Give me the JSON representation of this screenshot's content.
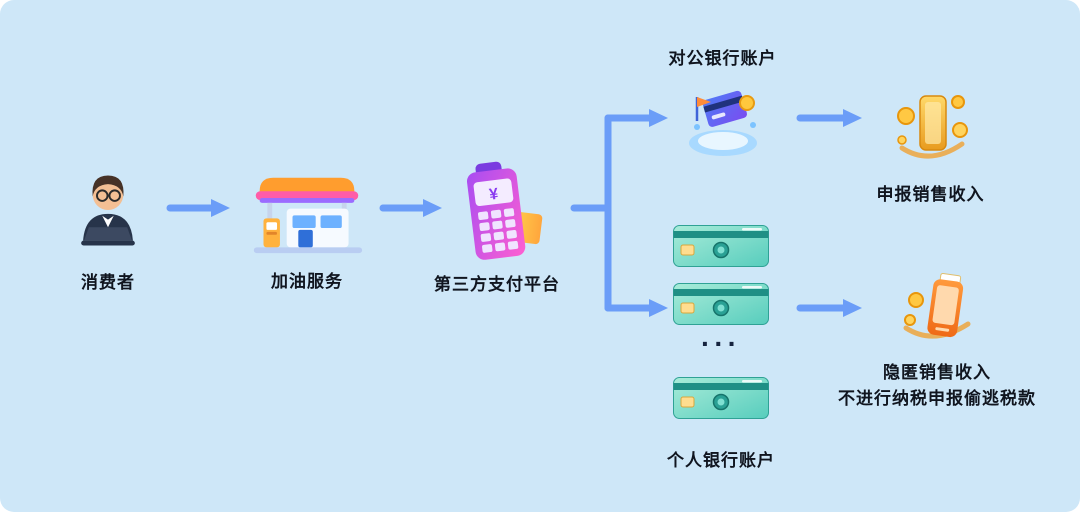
{
  "canvas": {
    "background_color": "#cee7f8",
    "arrow_color": "#6b9df8",
    "text_color": "#10151f"
  },
  "flow": {
    "consumer": {
      "label": "消费者"
    },
    "refuel_service": {
      "label": "加油服务"
    },
    "third_party_platform": {
      "label": "第三方支付平台",
      "screen_symbol": "¥"
    },
    "corporate_bank_account": {
      "label": "对公银行账户"
    },
    "declare_sales_income": {
      "label": "申报销售收入"
    },
    "personal_bank_account": {
      "label": "个人银行账户",
      "ellipsis": "···"
    },
    "hidden_sales_income": {
      "line1": "隐匿销售收入",
      "line2": "不进行纳税申报偷逃税款"
    }
  }
}
